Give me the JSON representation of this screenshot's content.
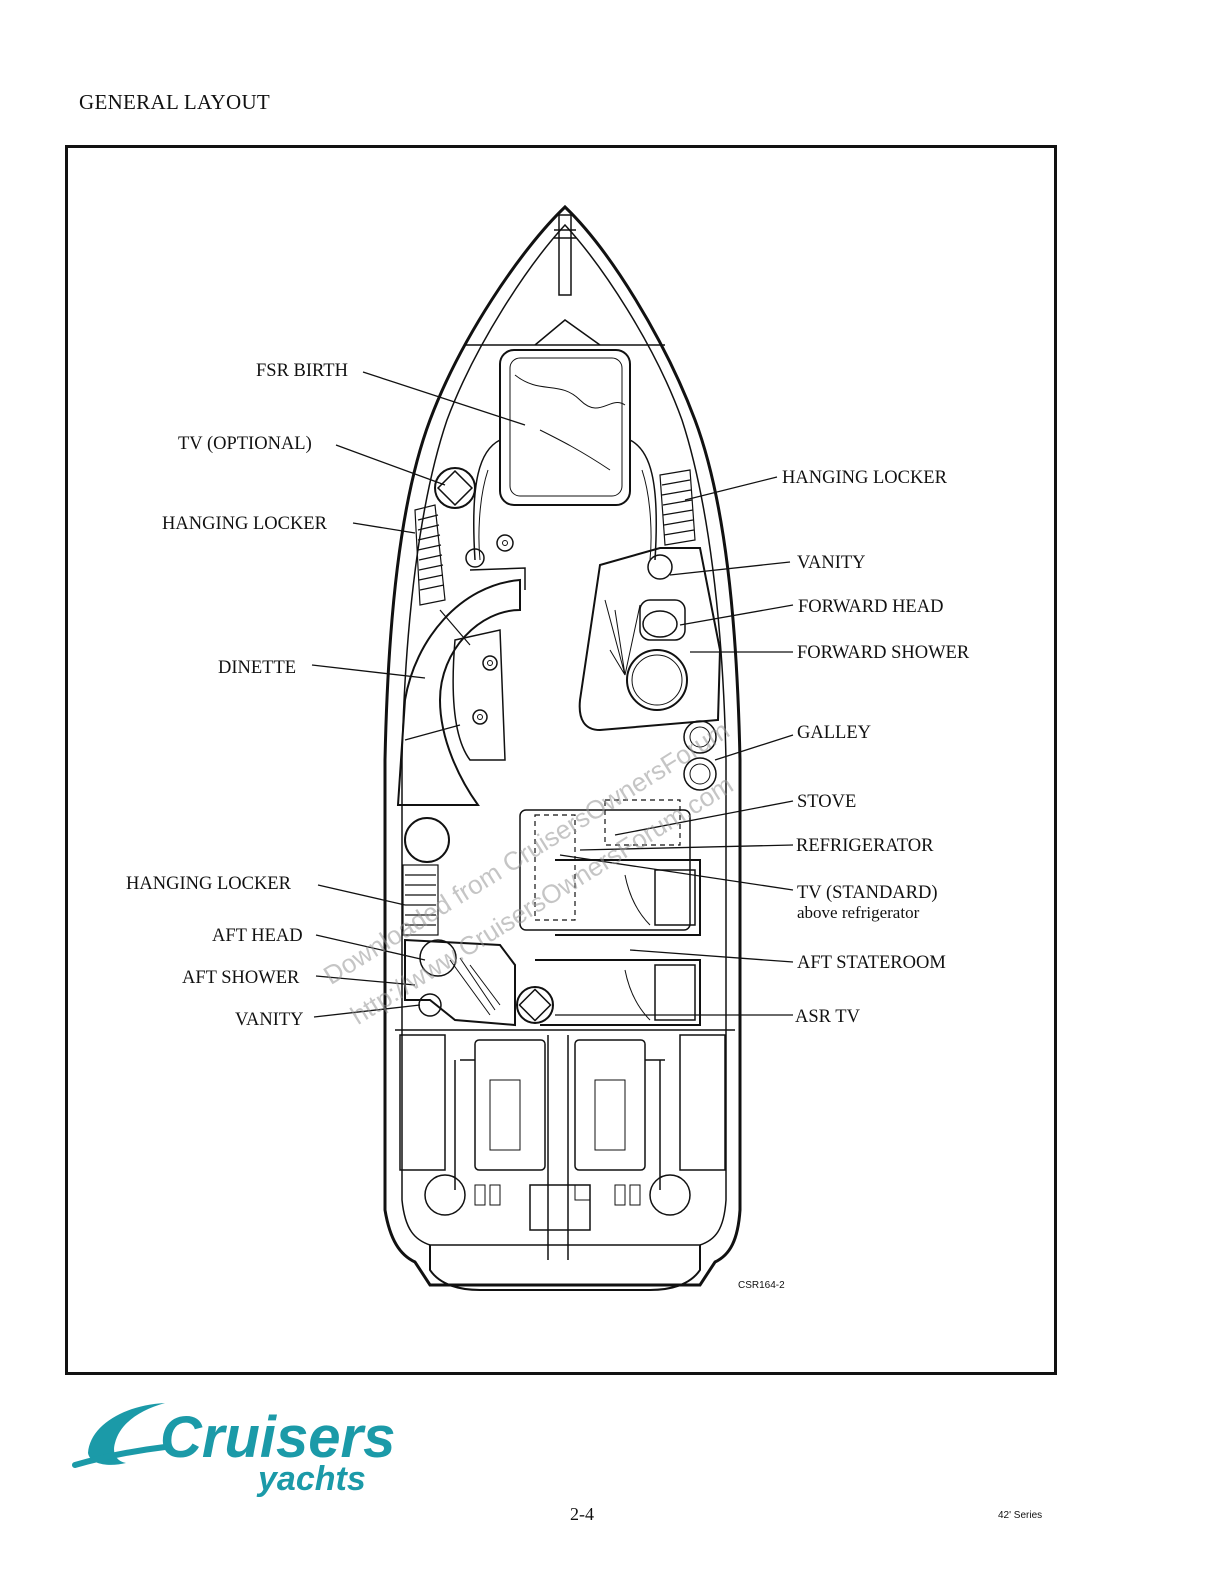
{
  "page": {
    "title": "GENERAL LAYOUT",
    "page_number": "2-4",
    "series": "42' Series",
    "figure_ref": "CSR164-2"
  },
  "labels": {
    "fsr_birth": "FSR BIRTH",
    "tv_optional": "TV (OPTIONAL)",
    "hanging_locker_fwd_left": "HANGING LOCKER",
    "dinette": "DINETTE",
    "hanging_locker_aft_left": "HANGING LOCKER",
    "aft_head": "AFT HEAD",
    "aft_shower": "AFT SHOWER",
    "vanity_aft": "VANITY",
    "hanging_locker_right": "HANGING LOCKER",
    "vanity_fwd": "VANITY",
    "forward_head": "FORWARD HEAD",
    "forward_shower": "FORWARD SHOWER",
    "galley": "GALLEY",
    "stove": "STOVE",
    "refrigerator": "REFRIGERATOR",
    "tv_standard": "TV (STANDARD)",
    "tv_standard_note": "above refrigerator",
    "aft_stateroom": "AFT STATEROOM",
    "asr_tv": "ASR TV"
  },
  "watermark": {
    "line1": "Downloaded from CruisersOwnersForum",
    "line2": "http://www.CruisersOwnersForum.com"
  },
  "logo": {
    "brand": "Cruisers",
    "sub": "yachts",
    "color": "#1b9aa8"
  }
}
